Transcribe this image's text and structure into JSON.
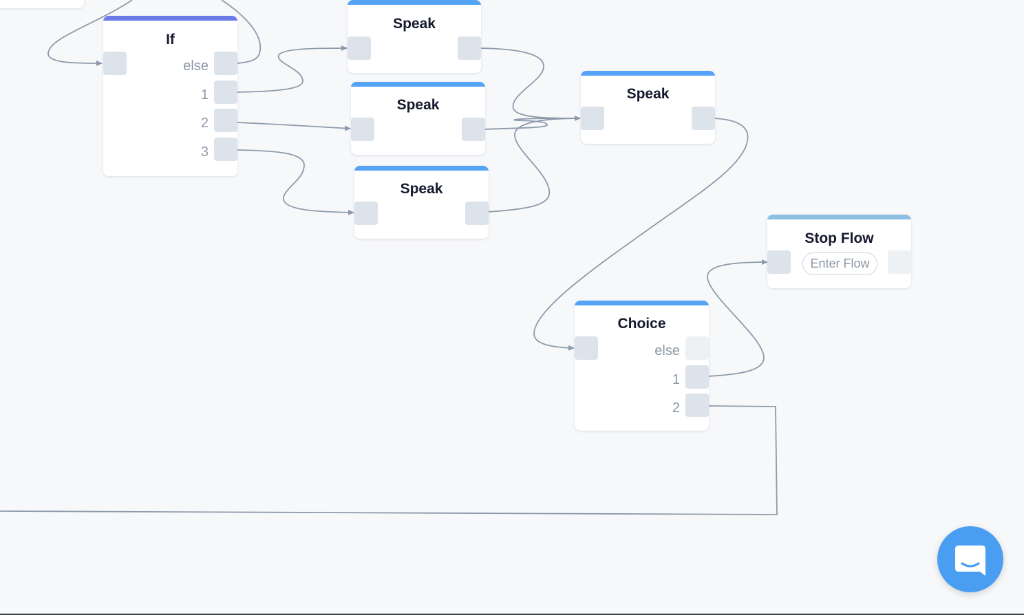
{
  "colors": {
    "canvas_background": "#f7f8fa",
    "logic_accent": "#6b7be8",
    "speak_accent": "#55a3f5",
    "choice_accent": "#55a3f5",
    "stop_flow_accent": "#8ebfe0",
    "port": "#dde3eb",
    "wire": "#8d9aab",
    "chat_launcher": "#4a9ef2"
  },
  "nodes": {
    "if_block": {
      "title": "If",
      "outputs": [
        "else",
        "1",
        "2",
        "3"
      ]
    },
    "speak_1": {
      "title": "Speak"
    },
    "speak_2": {
      "title": "Speak"
    },
    "speak_3": {
      "title": "Speak"
    },
    "speak_4": {
      "title": "Speak"
    },
    "choice_block": {
      "title": "Choice",
      "outputs": [
        "else",
        "1",
        "2"
      ]
    },
    "stop_flow": {
      "title": "Stop Flow",
      "enter_flow_label": "Enter Flow"
    }
  },
  "chat_launcher": {
    "icon": "chat-bubble-icon"
  }
}
